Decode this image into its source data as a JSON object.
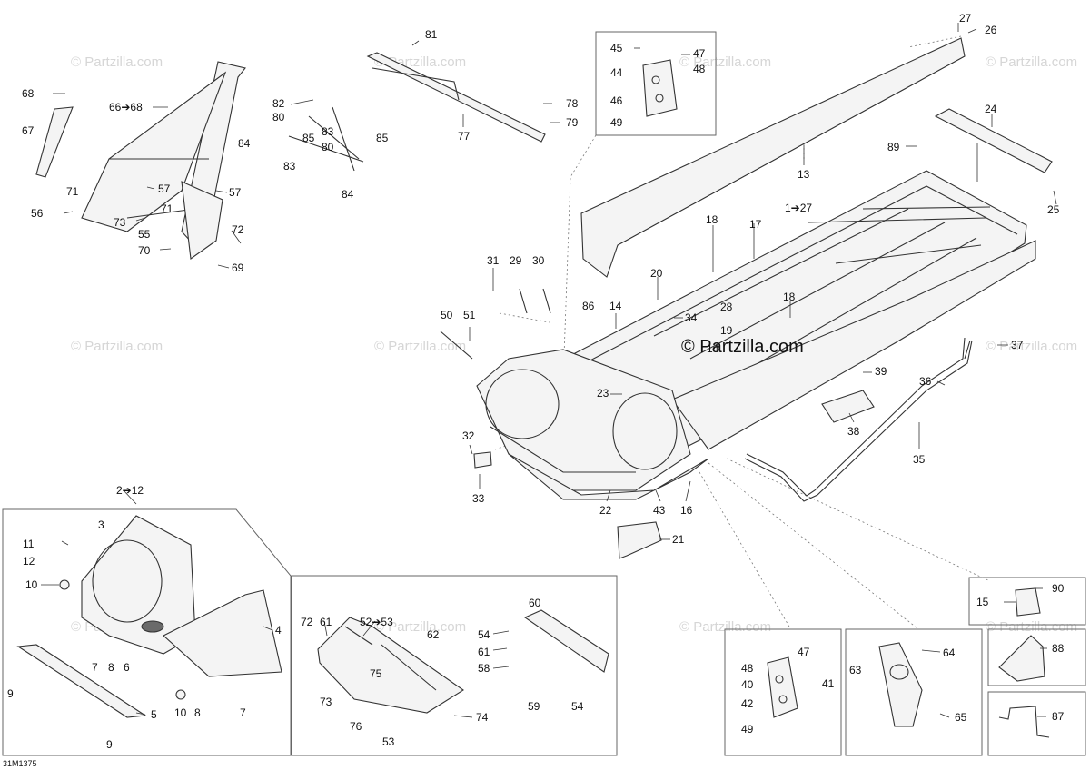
{
  "watermark": "© Partzilla.com",
  "center_logo": "© Partzilla.com",
  "diagram_code": "31M1375",
  "callouts": [
    {
      "id": "c-26",
      "text": "26"
    },
    {
      "id": "c-27",
      "text": "27"
    },
    {
      "id": "c-24",
      "text": "24"
    },
    {
      "id": "c-25",
      "text": "25"
    },
    {
      "id": "c-89",
      "text": "89"
    },
    {
      "id": "c-13",
      "text": "13"
    },
    {
      "id": "c-1to27",
      "text": "1➔27"
    },
    {
      "id": "c-17",
      "text": "17"
    },
    {
      "id": "c-18a",
      "text": "18"
    },
    {
      "id": "c-18b",
      "text": "18"
    },
    {
      "id": "c-20",
      "text": "20"
    },
    {
      "id": "c-28",
      "text": "28"
    },
    {
      "id": "c-86",
      "text": "86"
    },
    {
      "id": "c-14a",
      "text": "14"
    },
    {
      "id": "c-34",
      "text": "34"
    },
    {
      "id": "c-19",
      "text": "19"
    },
    {
      "id": "c-14b",
      "text": "14"
    },
    {
      "id": "c-31",
      "text": "31"
    },
    {
      "id": "c-29",
      "text": "29"
    },
    {
      "id": "c-30",
      "text": "30"
    },
    {
      "id": "c-50",
      "text": "50"
    },
    {
      "id": "c-51",
      "text": "51"
    },
    {
      "id": "c-37",
      "text": "37"
    },
    {
      "id": "c-39",
      "text": "39"
    },
    {
      "id": "c-36",
      "text": "36"
    },
    {
      "id": "c-38",
      "text": "38"
    },
    {
      "id": "c-35",
      "text": "35"
    },
    {
      "id": "c-23",
      "text": "23"
    },
    {
      "id": "c-32",
      "text": "32"
    },
    {
      "id": "c-33",
      "text": "33"
    },
    {
      "id": "c-22",
      "text": "22"
    },
    {
      "id": "c-43",
      "text": "43"
    },
    {
      "id": "c-16",
      "text": "16"
    },
    {
      "id": "c-21",
      "text": "21"
    },
    {
      "id": "c-45",
      "text": "45"
    },
    {
      "id": "c-47a",
      "text": "47"
    },
    {
      "id": "c-44",
      "text": "44"
    },
    {
      "id": "c-48a",
      "text": "48"
    },
    {
      "id": "c-46",
      "text": "46"
    },
    {
      "id": "c-49a",
      "text": "49"
    },
    {
      "id": "c-81",
      "text": "81"
    },
    {
      "id": "c-82",
      "text": "82"
    },
    {
      "id": "c-80a",
      "text": "80"
    },
    {
      "id": "c-83a",
      "text": "83"
    },
    {
      "id": "c-85a",
      "text": "85"
    },
    {
      "id": "c-80b",
      "text": "80"
    },
    {
      "id": "c-84a",
      "text": "84"
    },
    {
      "id": "c-85b",
      "text": "85"
    },
    {
      "id": "c-83b",
      "text": "83"
    },
    {
      "id": "c-84b",
      "text": "84"
    },
    {
      "id": "c-78",
      "text": "78"
    },
    {
      "id": "c-79",
      "text": "79"
    },
    {
      "id": "c-77",
      "text": "77"
    },
    {
      "id": "c-68",
      "text": "68"
    },
    {
      "id": "c-66to68",
      "text": "66➔68"
    },
    {
      "id": "c-67",
      "text": "67"
    },
    {
      "id": "c-71a",
      "text": "71"
    },
    {
      "id": "c-57a",
      "text": "57"
    },
    {
      "id": "c-57b",
      "text": "57"
    },
    {
      "id": "c-56",
      "text": "56"
    },
    {
      "id": "c-73a",
      "text": "73"
    },
    {
      "id": "c-71b",
      "text": "71"
    },
    {
      "id": "c-55",
      "text": "55"
    },
    {
      "id": "c-72a",
      "text": "72"
    },
    {
      "id": "c-70",
      "text": "70"
    },
    {
      "id": "c-69",
      "text": "69"
    },
    {
      "id": "c-2to12",
      "text": "2➔12"
    },
    {
      "id": "c-3",
      "text": "3"
    },
    {
      "id": "c-11",
      "text": "11"
    },
    {
      "id": "c-12",
      "text": "12"
    },
    {
      "id": "c-10a",
      "text": "10"
    },
    {
      "id": "c-4",
      "text": "4"
    },
    {
      "id": "c-7a",
      "text": "7"
    },
    {
      "id": "c-8a",
      "text": "8"
    },
    {
      "id": "c-6",
      "text": "6"
    },
    {
      "id": "c-9a",
      "text": "9"
    },
    {
      "id": "c-10b",
      "text": "10"
    },
    {
      "id": "c-8b",
      "text": "8"
    },
    {
      "id": "c-7b",
      "text": "7"
    },
    {
      "id": "c-5",
      "text": "5"
    },
    {
      "id": "c-9b",
      "text": "9"
    },
    {
      "id": "c-72b",
      "text": "72"
    },
    {
      "id": "c-61a",
      "text": "61"
    },
    {
      "id": "c-52to53",
      "text": "52➔53"
    },
    {
      "id": "c-62",
      "text": "62"
    },
    {
      "id": "c-60",
      "text": "60"
    },
    {
      "id": "c-54a",
      "text": "54"
    },
    {
      "id": "c-61b",
      "text": "61"
    },
    {
      "id": "c-75",
      "text": "75"
    },
    {
      "id": "c-58",
      "text": "58"
    },
    {
      "id": "c-73b",
      "text": "73"
    },
    {
      "id": "c-59",
      "text": "59"
    },
    {
      "id": "c-54b",
      "text": "54"
    },
    {
      "id": "c-74",
      "text": "74"
    },
    {
      "id": "c-76",
      "text": "76"
    },
    {
      "id": "c-53",
      "text": "53"
    },
    {
      "id": "c-90",
      "text": "90"
    },
    {
      "id": "c-15",
      "text": "15"
    },
    {
      "id": "c-48b",
      "text": "48"
    },
    {
      "id": "c-47b",
      "text": "47"
    },
    {
      "id": "c-40",
      "text": "40"
    },
    {
      "id": "c-41",
      "text": "41"
    },
    {
      "id": "c-42",
      "text": "42"
    },
    {
      "id": "c-49b",
      "text": "49"
    },
    {
      "id": "c-63",
      "text": "63"
    },
    {
      "id": "c-64",
      "text": "64"
    },
    {
      "id": "c-65",
      "text": "65"
    },
    {
      "id": "c-88",
      "text": "88"
    },
    {
      "id": "c-87",
      "text": "87"
    }
  ]
}
